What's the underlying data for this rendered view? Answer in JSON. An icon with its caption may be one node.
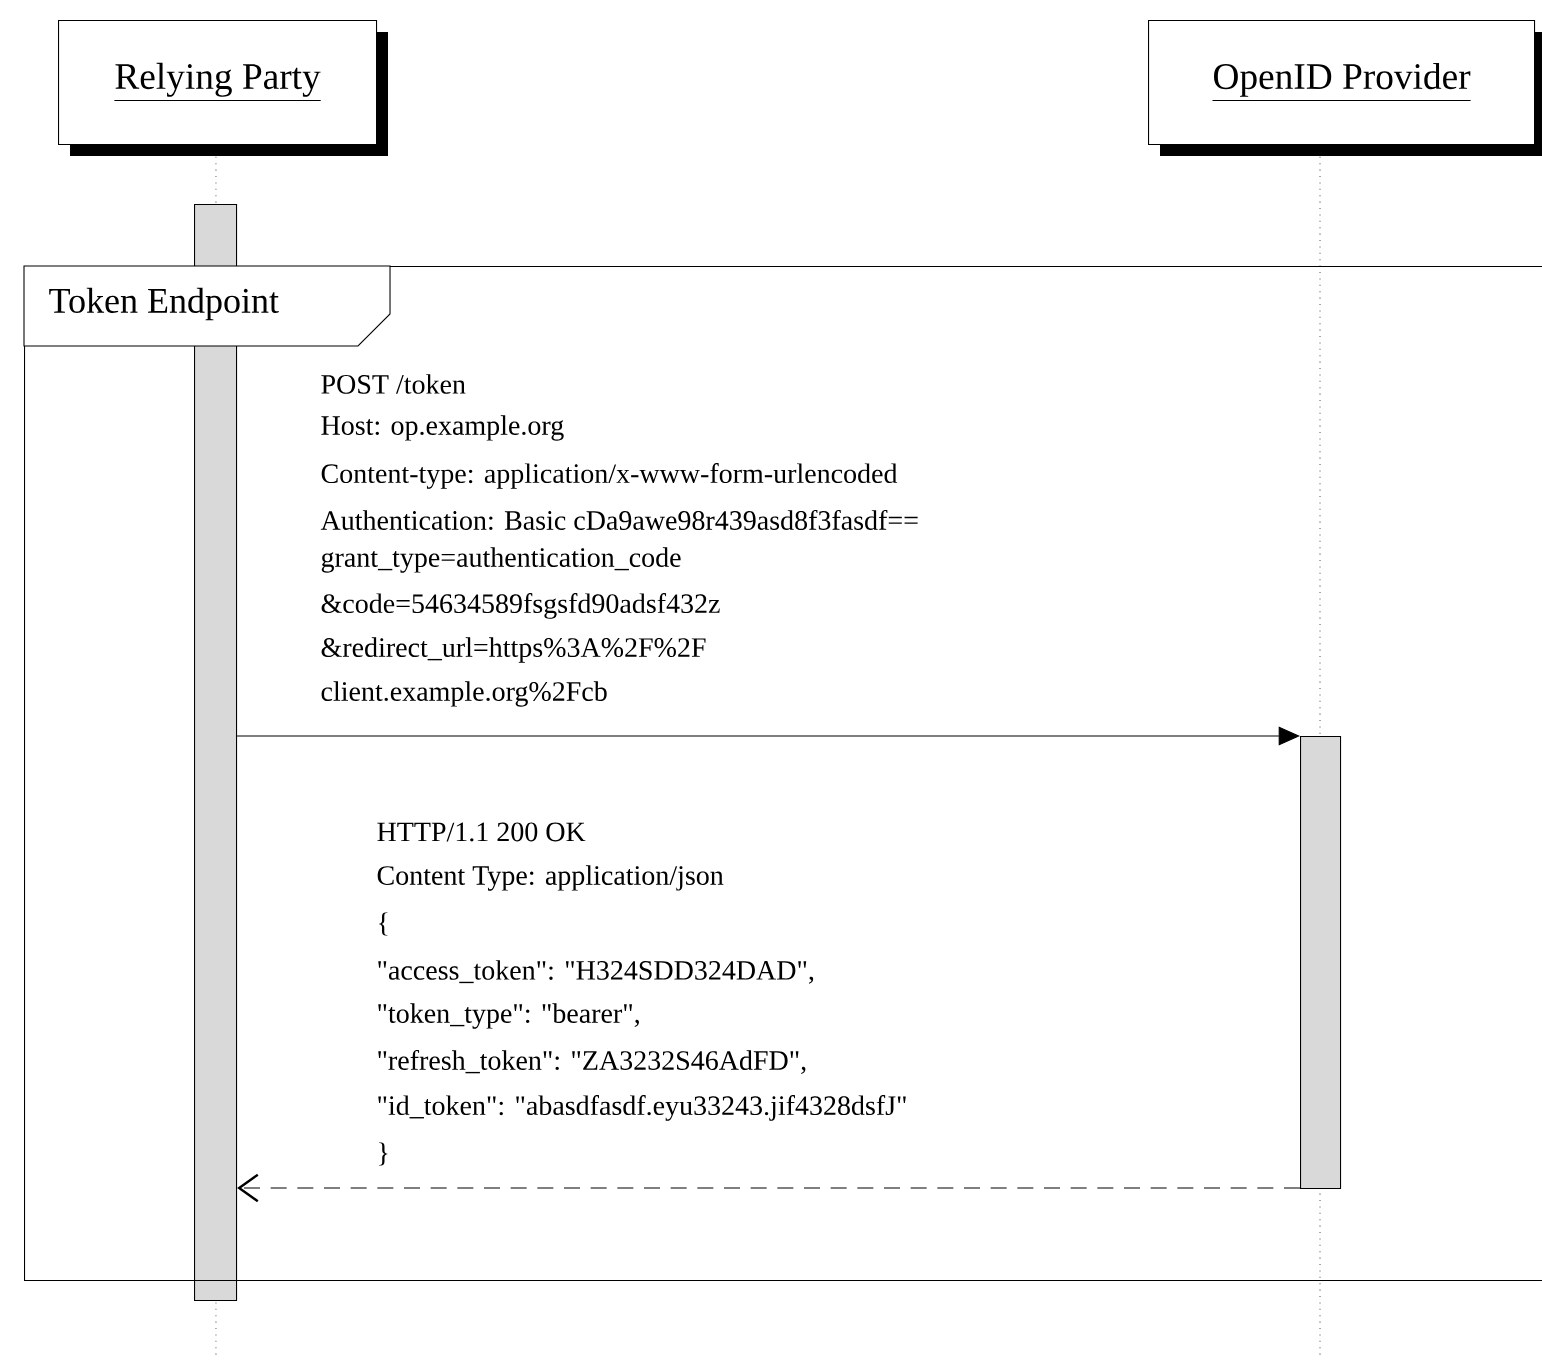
{
  "diagram": {
    "nodes": [
      {
        "text": [
          "Relying Party"
        ]
      },
      {
        "text": [
          "OpenID Provider"
        ]
      },
      {
        "text": [
          "Token Endpoint"
        ]
      },
      {
        "text": [],
        "shape": "bar"
      },
      {
        "text": [],
        "shape": "bar",
        "in": 2
      }
    ],
    "edges": [
      {
        "from": 3,
        "to": 4,
        "arrow": "to"
      },
      {
        "from": 4,
        "to": 3,
        "arrow": "to",
        "style": "dashed"
      }
    ],
    "labels": [
      "POST /token",
      "Host: op.example.org",
      "Content-type: application/x-www-form-urlencoded",
      "Authentication: Basic cDa9awe98r439asd8f3fasdf==",
      "grant_type=authentication_code",
      "&code=54634589fsgsfd90adsf432z",
      "&redirect_url=https%3A%2F%2F",
      "client.example.org%2Fcb",
      "HTTP/1.1 200 OK",
      "Content Type: application/json",
      "{",
      "\"access_token\": \"H324SDD324DAD\",",
      "\"token_type\": \"bearer\",",
      "\"refresh_token\": \"ZA3232S46AdFD\",",
      "\"id_token\": \"abasdfasdf.eyu33243.jif4328dsfJ\"",
      "}"
    ]
  }
}
